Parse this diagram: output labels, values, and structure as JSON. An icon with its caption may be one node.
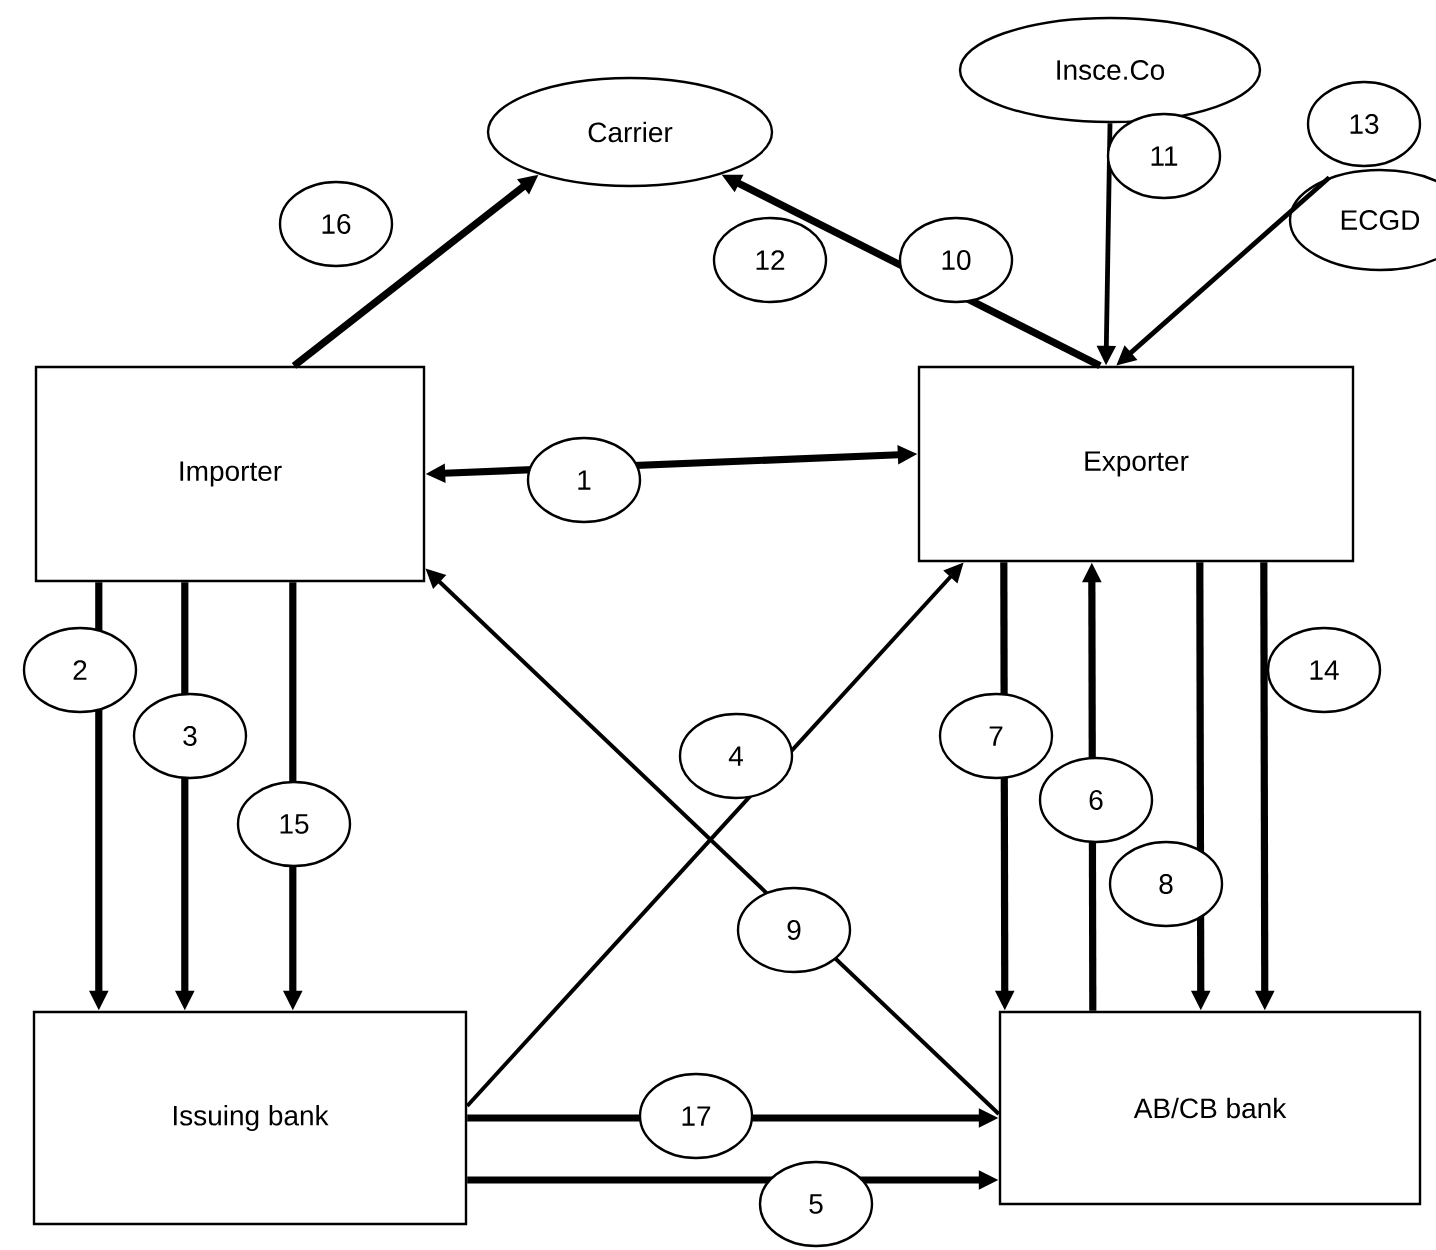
{
  "diagram": {
    "nodes": [
      {
        "text": [
          "Carrier"
        ]
      },
      {
        "text": [
          "Insce.Co"
        ]
      },
      {
        "text": [
          "ECGD"
        ]
      },
      {
        "text": [
          "Importer"
        ]
      },
      {
        "text": [
          "Exporter"
        ]
      },
      {
        "text": [
          "Issuing bank"
        ]
      },
      {
        "text": [
          "AB/CB bank"
        ]
      }
    ],
    "edges": [
      {
        "from": 3,
        "to": 4,
        "arrow": "both",
        "label": "1"
      },
      {
        "from": 3,
        "to": 5,
        "arrow": "to",
        "label": "2"
      },
      {
        "from": 3,
        "to": 5,
        "arrow": "to",
        "label": "3"
      },
      {
        "from": 3,
        "to": 5,
        "arrow": "to",
        "label": "15"
      },
      {
        "from": 5,
        "to": 4,
        "arrow": "to",
        "label": "4"
      },
      {
        "from": 5,
        "to": 6,
        "arrow": "to",
        "label": "5"
      },
      {
        "from": 6,
        "to": 4,
        "arrow": "to",
        "label": "6"
      },
      {
        "from": 4,
        "to": 6,
        "arrow": "to",
        "label": "7"
      },
      {
        "from": 4,
        "to": 6,
        "arrow": "to",
        "label": "8"
      },
      {
        "from": 6,
        "to": 3,
        "arrow": "to",
        "label": "9"
      },
      {
        "from": 4,
        "to": 0,
        "arrow": "to",
        "label": "10"
      },
      {
        "from": 1,
        "to": 4,
        "arrow": "to",
        "label": "11"
      },
      {
        "from": 2,
        "to": 4,
        "arrow": "to",
        "label": "13"
      },
      {
        "from": 4,
        "to": 6,
        "arrow": "to",
        "label": "14"
      },
      {
        "from": 3,
        "to": 0,
        "arrow": "to",
        "label": "16"
      },
      {
        "from": 5,
        "to": 6,
        "arrow": "to",
        "label": "17"
      }
    ],
    "labels": [
      "12"
    ]
  }
}
